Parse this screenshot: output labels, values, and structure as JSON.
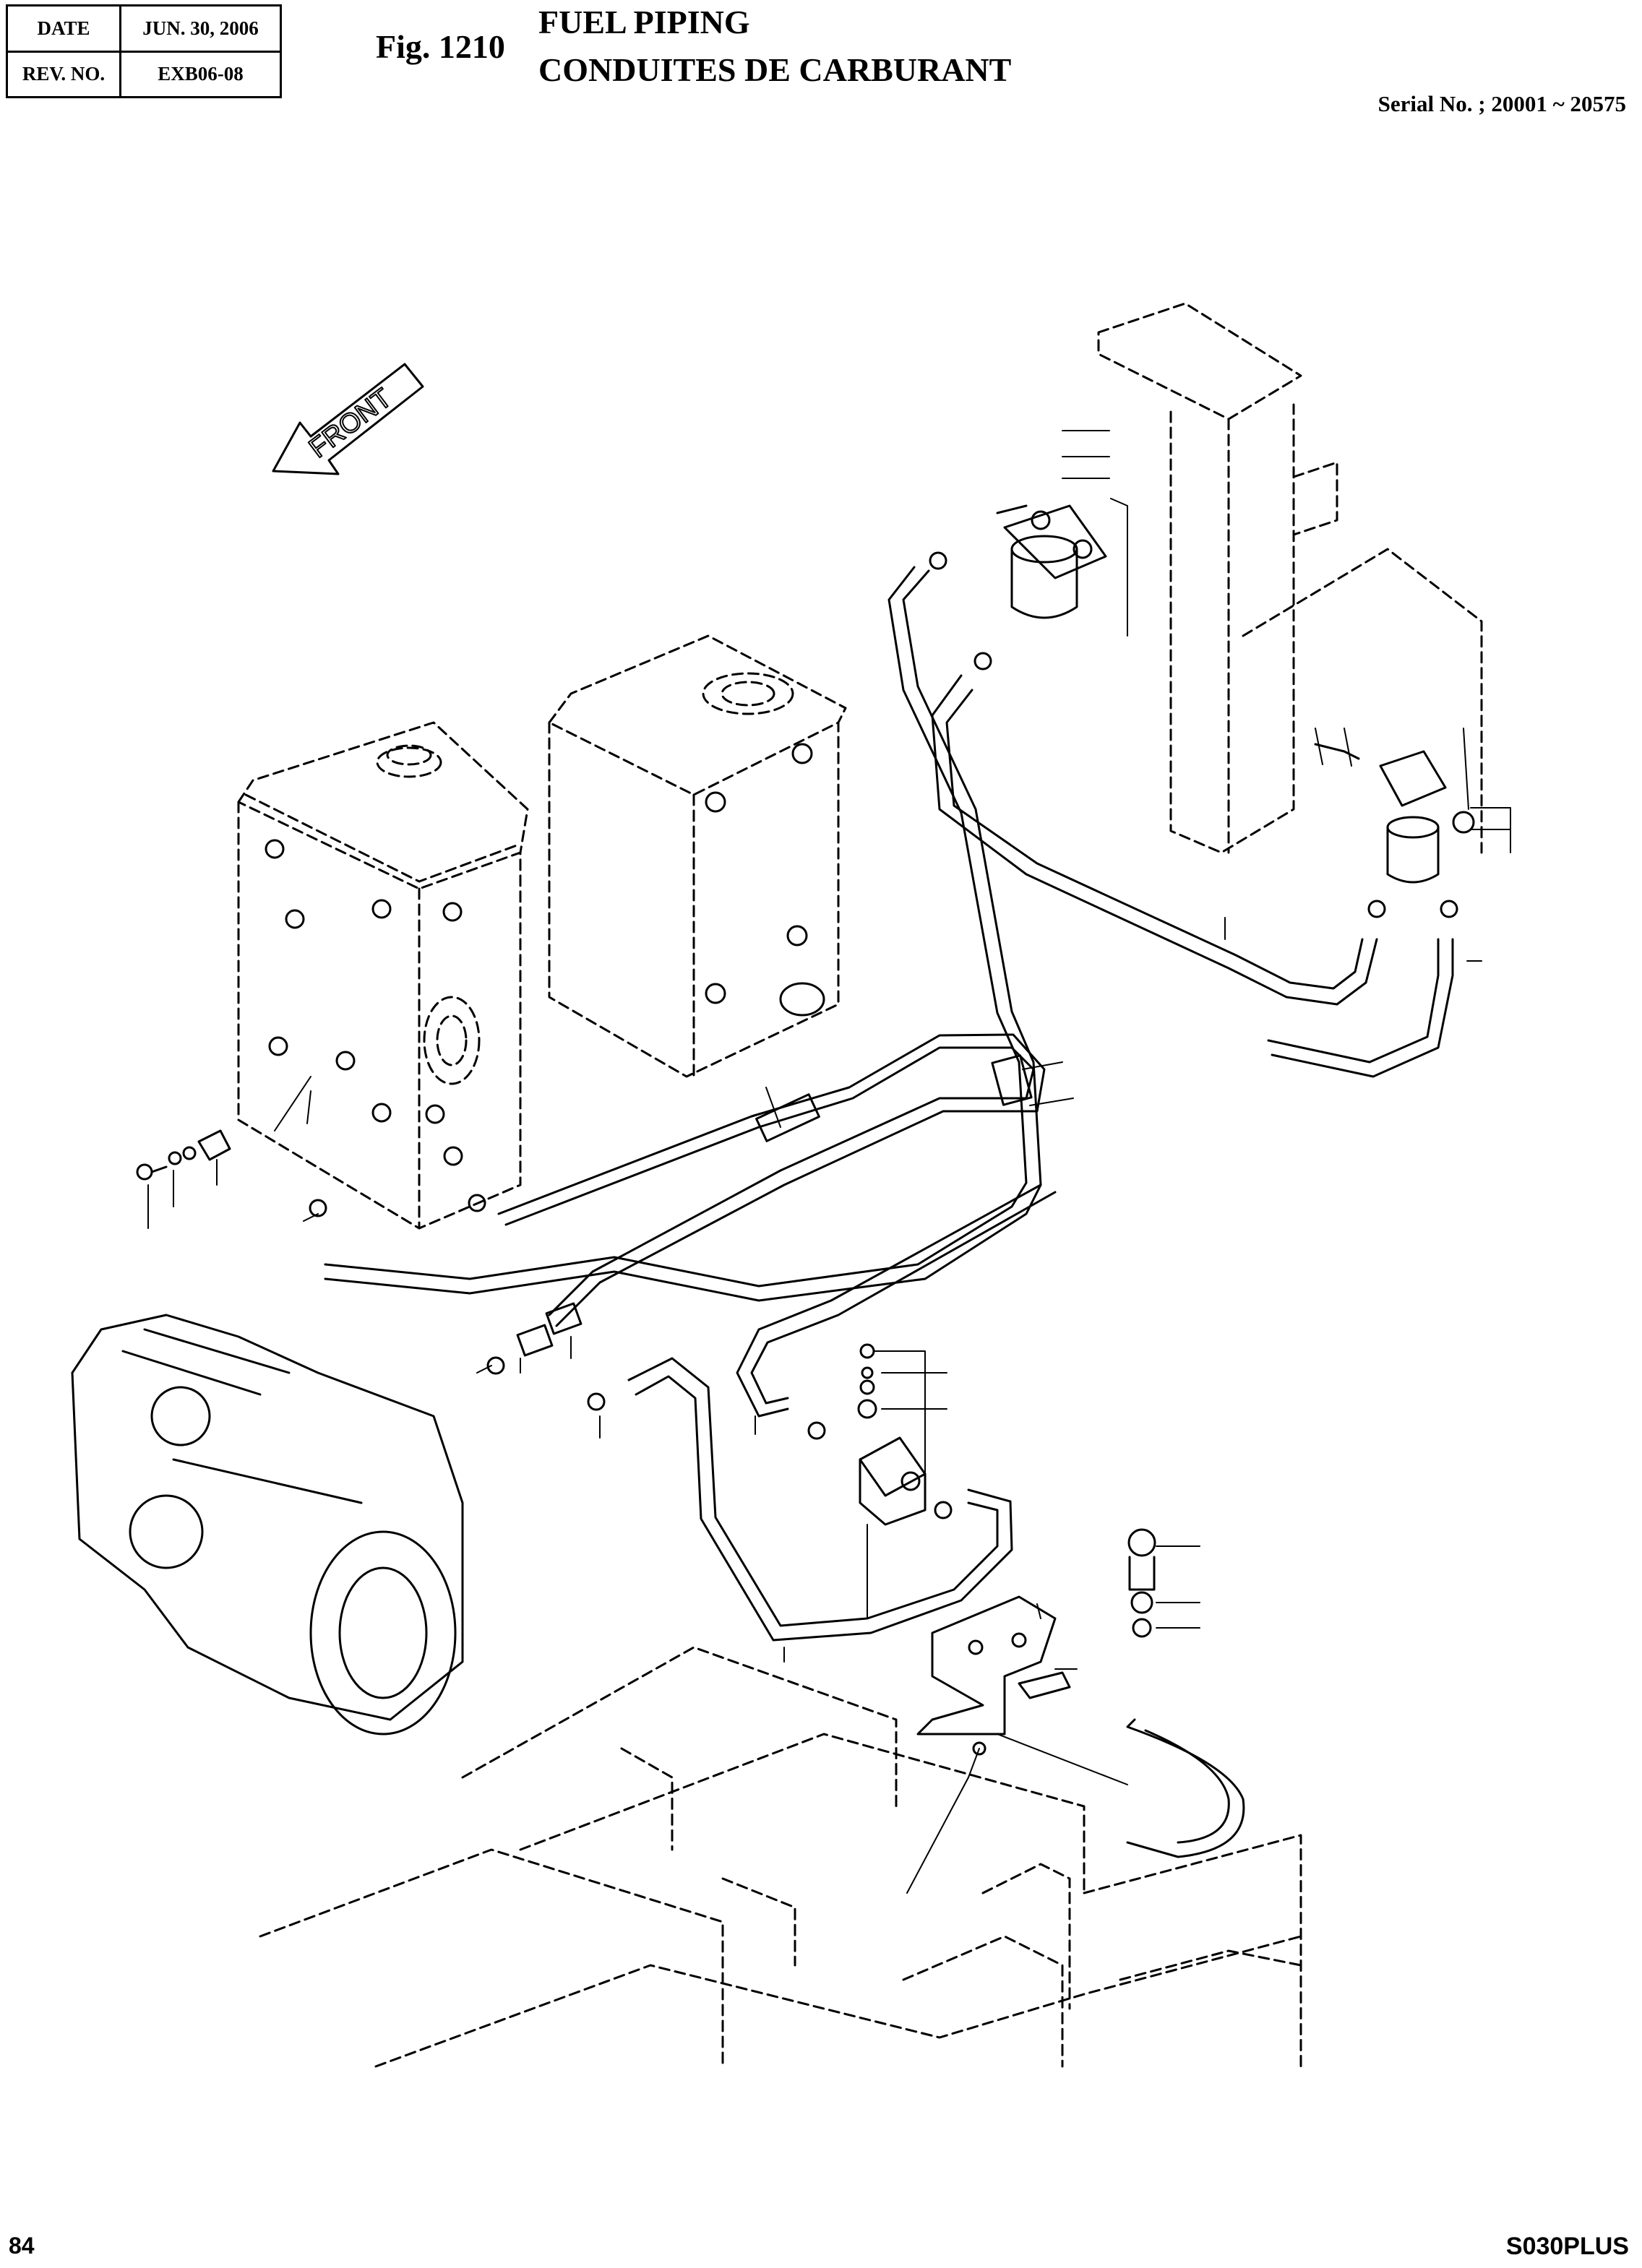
{
  "header": {
    "date_label": "DATE",
    "date_value": "JUN. 30, 2006",
    "rev_label": "REV. NO.",
    "rev_value": "EXB06-08"
  },
  "figure": {
    "number": "Fig. 1210",
    "title_en": "FUEL PIPING",
    "title_fr": "CONDUITES DE CARBURANT",
    "serial": "Serial No. ; 20001 ~ 20575"
  },
  "diagram": {
    "front_arrow_label": "FRONT"
  },
  "footer": {
    "page": "84",
    "model": "S030PLUS"
  }
}
